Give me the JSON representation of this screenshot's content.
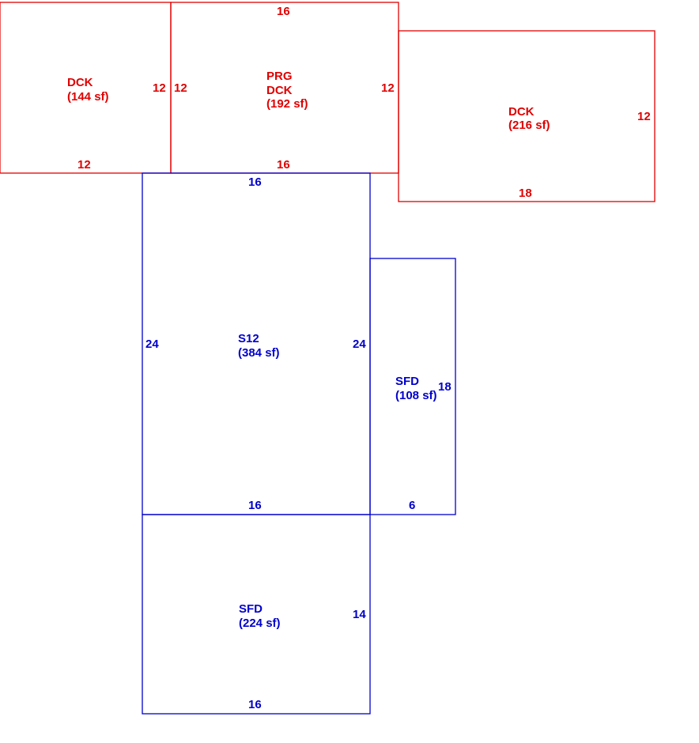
{
  "colors": {
    "deck": "#e00000",
    "main": "#0000cc"
  },
  "areas": [
    {
      "id": "dck-144",
      "kind": "deck",
      "label": [
        "DCK",
        "(144 sf)"
      ],
      "dims": {
        "right": "12",
        "bottom": "12"
      }
    },
    {
      "id": "prg-dck-192",
      "kind": "deck",
      "label": [
        "PRG",
        "DCK",
        "(192 sf)"
      ],
      "dims": {
        "top": "16",
        "left": "12",
        "right": "12",
        "bottom": "16"
      }
    },
    {
      "id": "dck-216",
      "kind": "deck",
      "label": [
        "DCK",
        "(216 sf)"
      ],
      "dims": {
        "right": "12",
        "bottom": "18"
      }
    },
    {
      "id": "s12-384",
      "kind": "main",
      "label": [
        "S12",
        "(384 sf)"
      ],
      "dims": {
        "top": "16",
        "left": "24",
        "right": "24",
        "bottom": "16"
      }
    },
    {
      "id": "sfd-108",
      "kind": "main",
      "label": [
        "SFD",
        "(108 sf)"
      ],
      "dims": {
        "right": "18",
        "bottom": "6"
      }
    },
    {
      "id": "sfd-224",
      "kind": "main",
      "label": [
        "SFD",
        "(224 sf)"
      ],
      "dims": {
        "right": "14",
        "bottom": "16"
      }
    }
  ]
}
